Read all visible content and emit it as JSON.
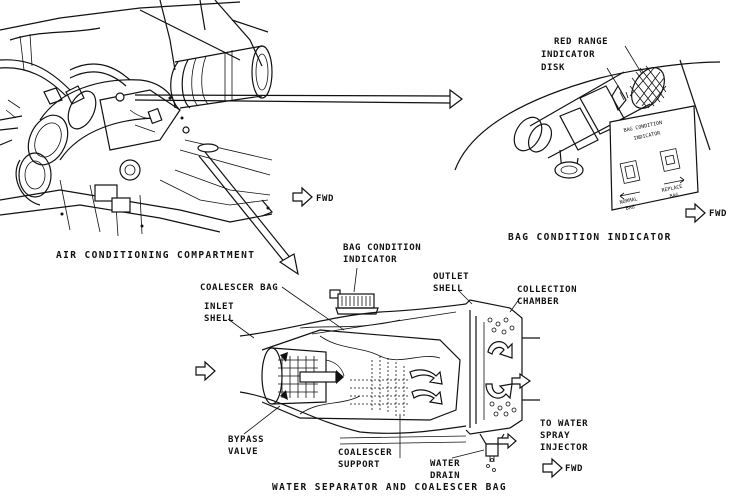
{
  "captions": {
    "air_conditioning_compartment": "AIR CONDITIONING COMPARTMENT",
    "bag_condition_indicator_view": "BAG CONDITION INDICATOR",
    "water_separator_view": "WATER SEPARATOR AND COALESCER BAG"
  },
  "labels": {
    "red_range_line1": "RED RANGE",
    "red_range_line2": "INDICATOR",
    "red_range_line3": "DISK",
    "bci_line1": "BAG CONDITION",
    "bci_line2": "INDICATOR",
    "coalescer_bag": "COALESCER BAG",
    "inlet_line1": "INLET",
    "inlet_line2": "SHELL",
    "outlet_line1": "OUTLET",
    "outlet_line2": "SHELL",
    "collection_line1": "COLLECTION",
    "collection_line2": "CHAMBER",
    "bypass_line1": "BYPASS",
    "bypass_line2": "VALVE",
    "support_line1": "COALESCER",
    "support_line2": "SUPPORT",
    "drain_line1": "WATER",
    "drain_line2": "DRAIN",
    "spray_line1": "TO WATER",
    "spray_line2": "SPRAY",
    "spray_line3": "INJECTOR"
  },
  "fwd": {
    "top_left": "FWD",
    "top_right": "FWD",
    "bottom": "FWD"
  },
  "placard": {
    "title_line1": "BAG CONDITION",
    "title_line2": "INDICATOR",
    "normal_line1": "NORMAL",
    "normal_line2": "BAG",
    "replace_line1": "REPLACE",
    "replace_line2": "BAG"
  }
}
